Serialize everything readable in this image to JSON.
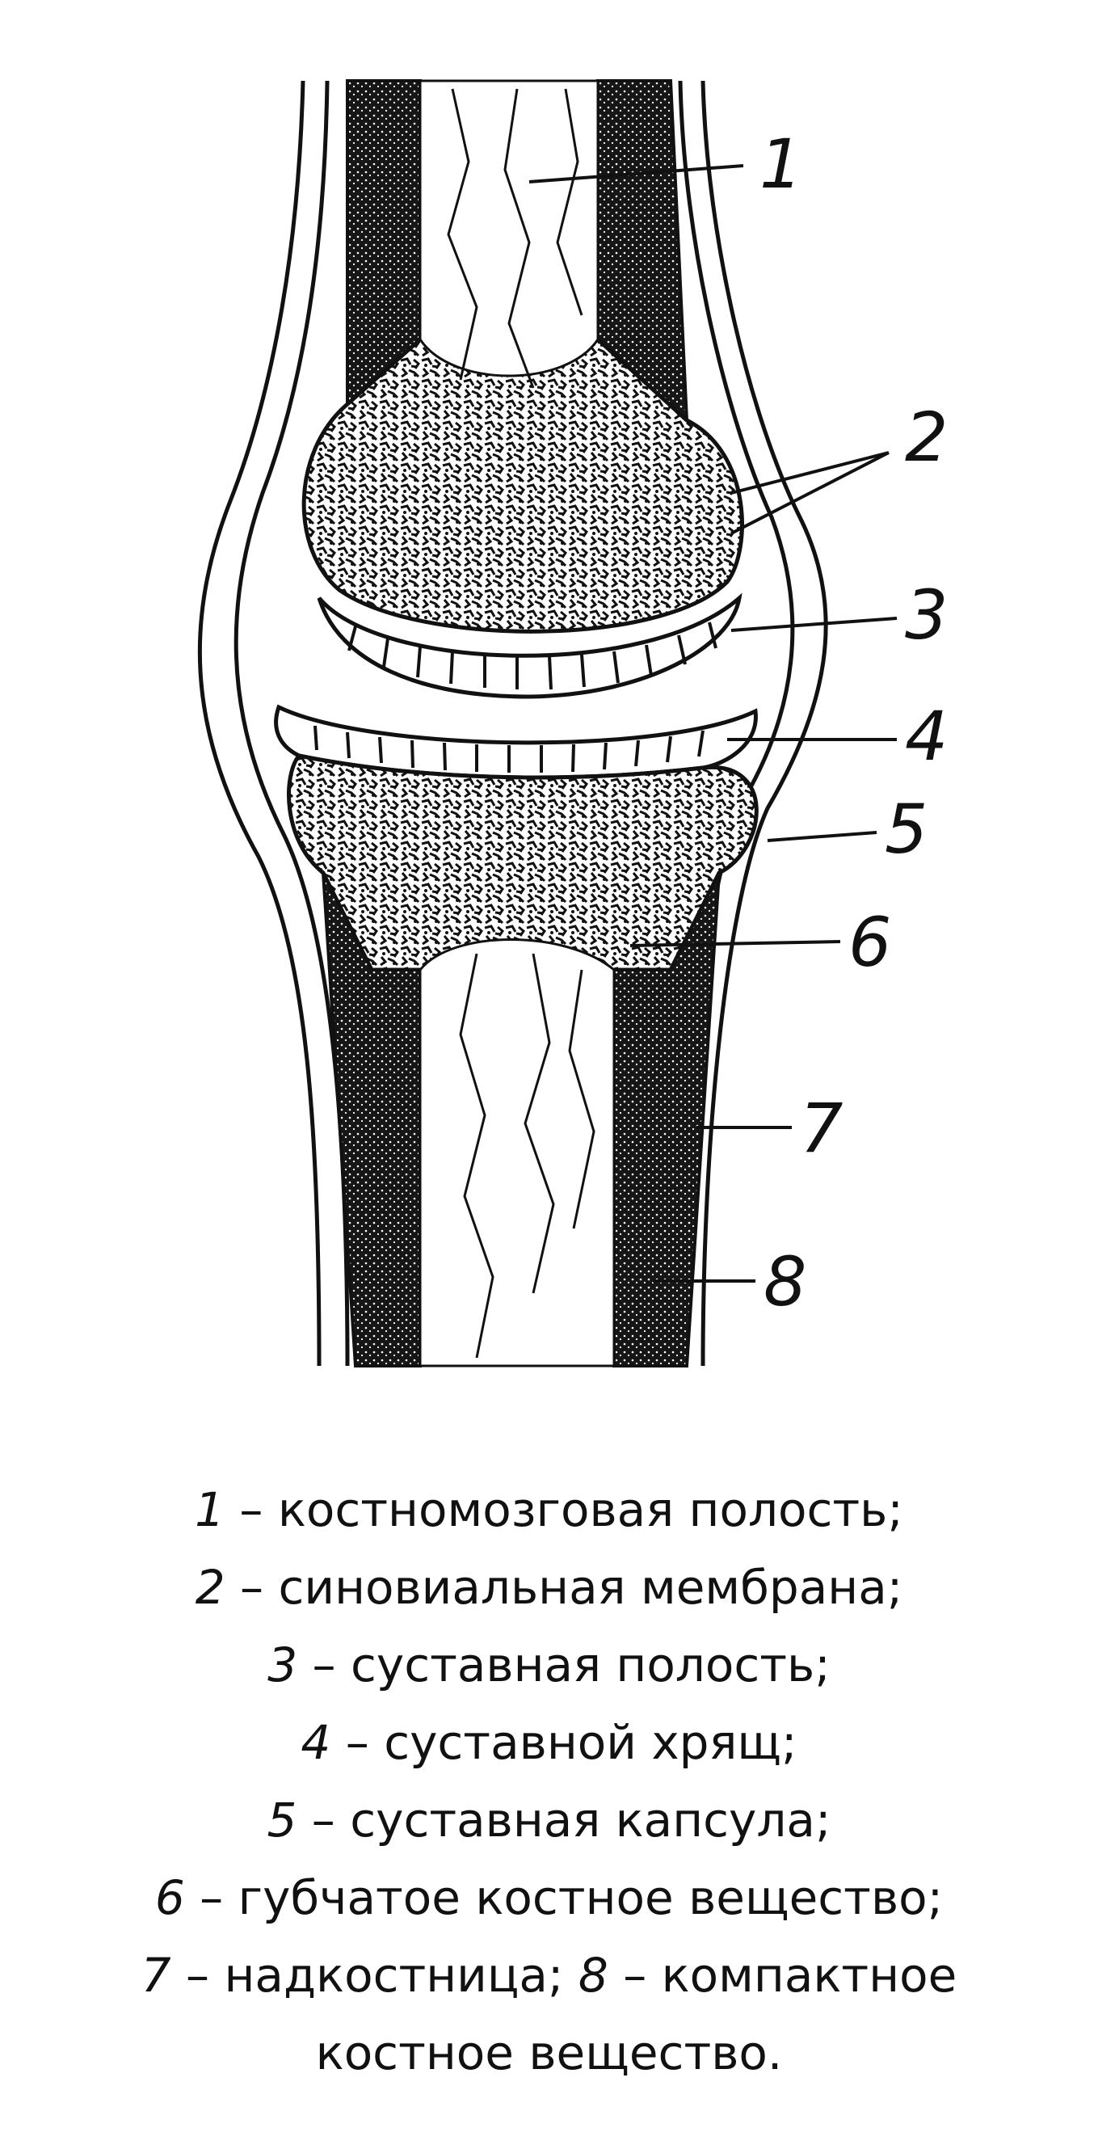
{
  "figure": {
    "callouts": [
      "1",
      "2",
      "3",
      "4",
      "5",
      "6",
      "7",
      "8"
    ]
  },
  "legend": {
    "items": [
      {
        "num": "1",
        "text": "костномозговая полость;"
      },
      {
        "num": "2",
        "text": "синовиальная мембрана;"
      },
      {
        "num": "3",
        "text": "суставная полость;"
      },
      {
        "num": "4",
        "text": "суставной хрящ;"
      },
      {
        "num": "5",
        "text": "суставная капсула;"
      },
      {
        "num": "6",
        "text": "губчатое костное вещество;"
      },
      {
        "num": "7",
        "text": "надкостница;"
      },
      {
        "num": "8",
        "text": "компактное"
      }
    ],
    "tail": "костное вещество."
  }
}
